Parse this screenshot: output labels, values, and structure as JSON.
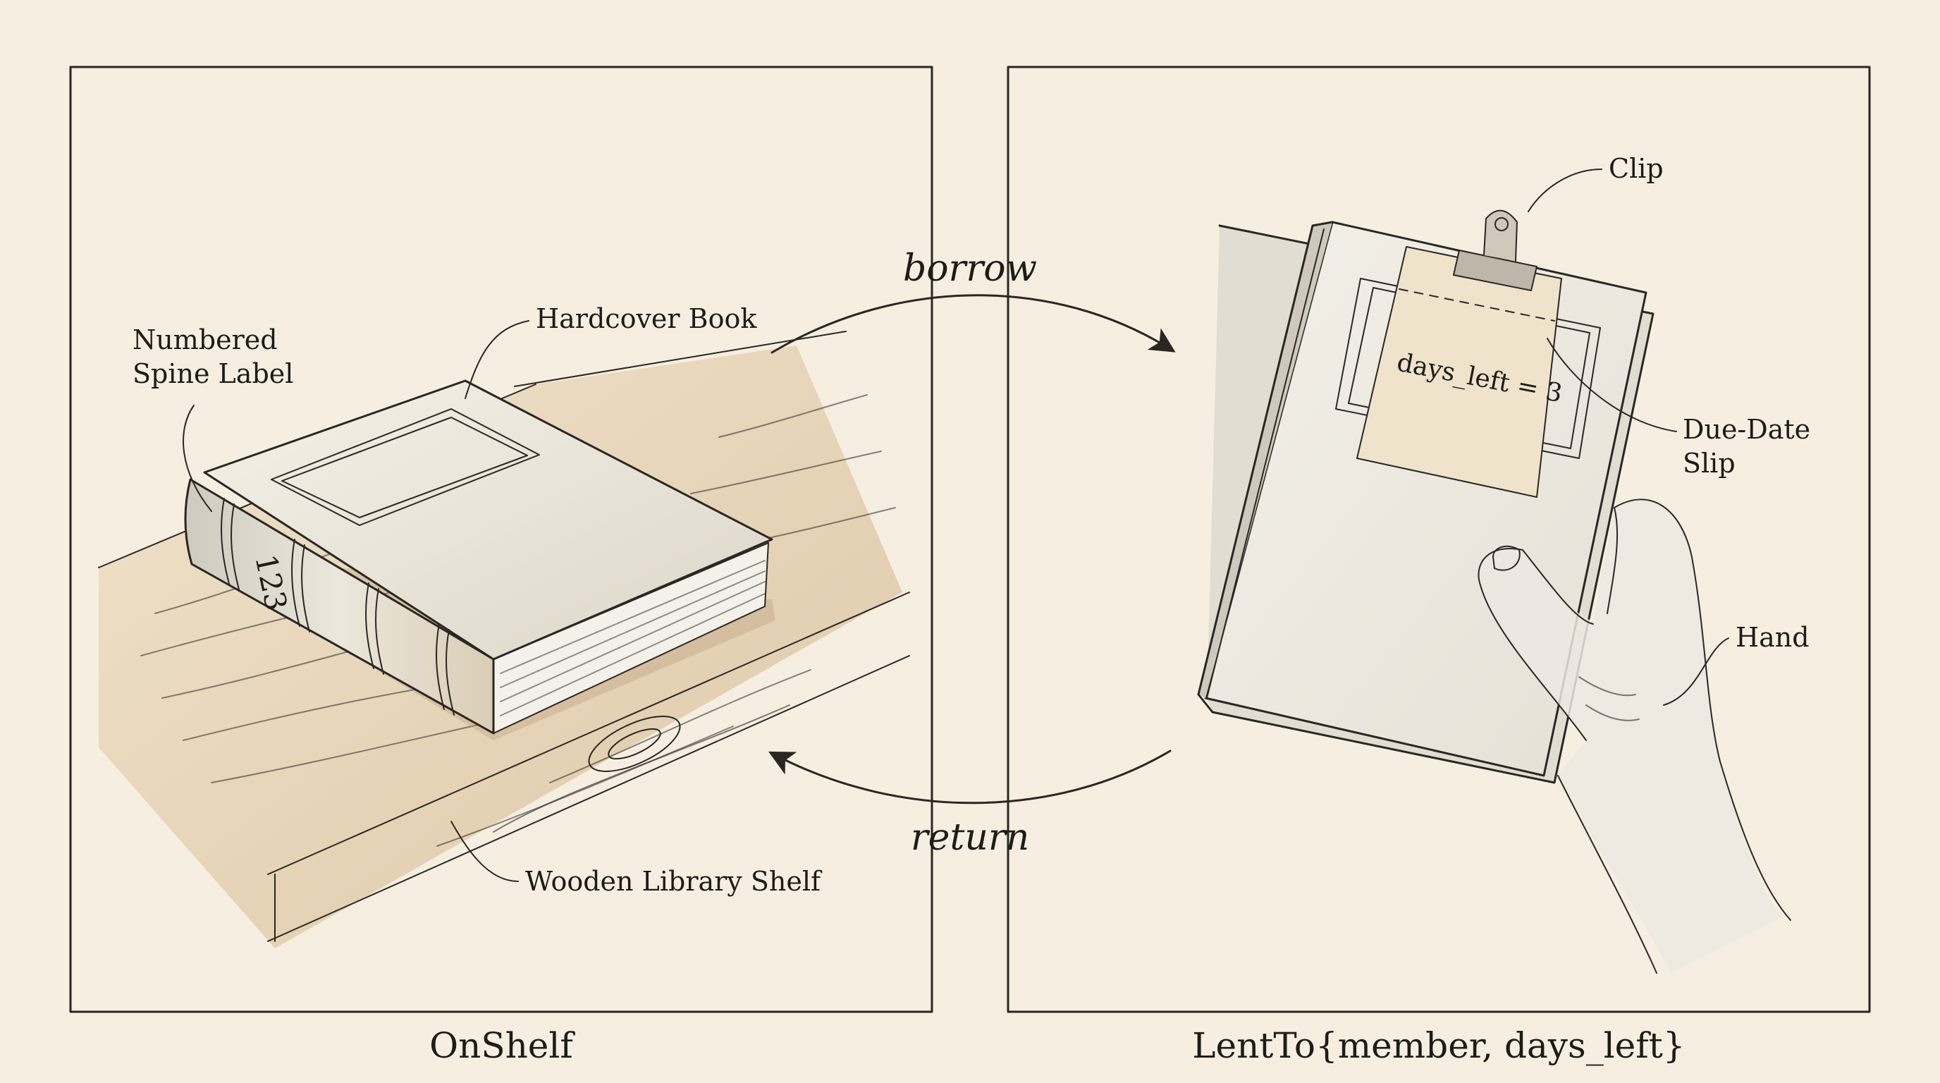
{
  "states": {
    "left": "OnShelf",
    "right": "LentTo{member, days_left}"
  },
  "transitions": {
    "borrow": "borrow",
    "return": "return"
  },
  "labels": {
    "spine_label_line1": "Numbered",
    "spine_label_line2": "Spine Label",
    "hardcover": "Hardcover Book",
    "shelf": "Wooden Library Shelf",
    "spine_number": "123",
    "clip": "Clip",
    "slip_line1": "Due-Date",
    "slip_line2": "Slip",
    "hand": "Hand",
    "slip_text": "days_left = 3"
  },
  "colors": {
    "background": "#f6efe1",
    "ink": "#2a2622",
    "wood": "#d9bf98",
    "paper": "#efe3cc"
  }
}
